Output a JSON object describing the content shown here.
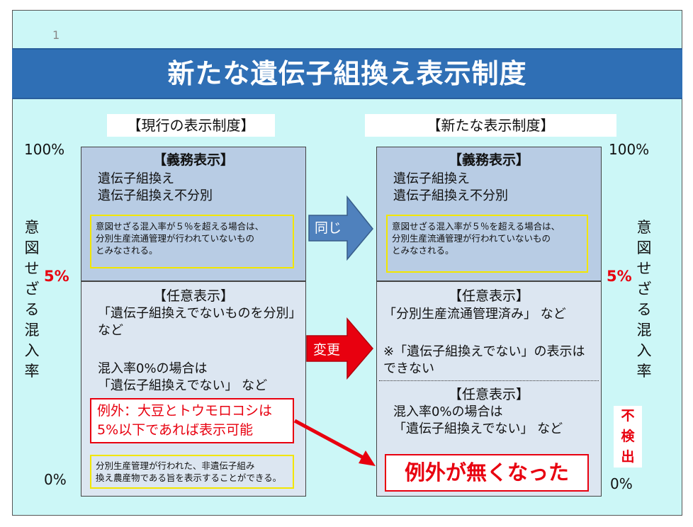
{
  "page_number": "1",
  "title": "新たな遺伝子組換え表示制度",
  "left": {
    "header": "【現行の表示制度】",
    "pct_top": "100%",
    "pct_bottom": "0%",
    "threshold": "5%",
    "vertical_label": [
      "意",
      "図",
      "せ",
      "ざ",
      "る",
      "混",
      "入",
      "率"
    ],
    "mandatory": {
      "title": "【義務表示】",
      "lines": [
        "遺伝子組換え",
        "遺伝子組換え不分別"
      ],
      "note": [
        "意図せざる混入率が５％を超える場合は、",
        "分別生産流通管理が行われていないもの",
        "とみなされる。"
      ]
    },
    "voluntary": {
      "title": "【任意表示】",
      "lines1": [
        "「遺伝子組換えでないものを分別」",
        "など"
      ],
      "lines2": [
        "混入率0%の場合は",
        "「遺伝子組換えでない」 など"
      ],
      "exception": [
        "例外：大豆とトウモロコシは",
        "5%以下であれば表示可能"
      ],
      "note": [
        "分別生産管理が行われた、非遺伝子組み",
        "換え農産物である旨を表示することができる。"
      ]
    }
  },
  "arrows": {
    "same": "同じ",
    "change": "変更"
  },
  "right": {
    "header": "【新たな表示制度】",
    "pct_top": "100%",
    "pct_bottom": "0%",
    "threshold": "5%",
    "vertical_label": [
      "意",
      "図",
      "せ",
      "ざ",
      "る",
      "混",
      "入",
      "率"
    ],
    "mandatory": {
      "title": "【義務表示】",
      "lines": [
        "遺伝子組換え",
        "遺伝子組換え不分別"
      ],
      "note": [
        "意図せざる混入率が５％を超える場合は、",
        "分別生産流通管理が行われていないもの",
        "とみなされる。"
      ]
    },
    "voluntary1": {
      "title": "【任意表示】",
      "line": "「分別生産流通管理済み」 など",
      "note": [
        "※「遺伝子組換えでない」の表示は",
        "できない"
      ]
    },
    "voluntary2": {
      "title": "【任意表示】",
      "lines": [
        "混入率0%の場合は",
        "「遺伝子組換えでない」 など"
      ]
    },
    "not_detected": [
      "不",
      "検",
      "出"
    ],
    "no_exception": "例外が無くなった"
  },
  "colors": {
    "title_band": "#2f6fb5",
    "background": "#ccf7f7",
    "mandatory_fill": "#b8cce4",
    "voluntary_fill": "#dce6f1",
    "arrow_blue": "#4f81bd",
    "arrow_red": "#e8000f",
    "highlight_yellow": "#f2e600"
  }
}
